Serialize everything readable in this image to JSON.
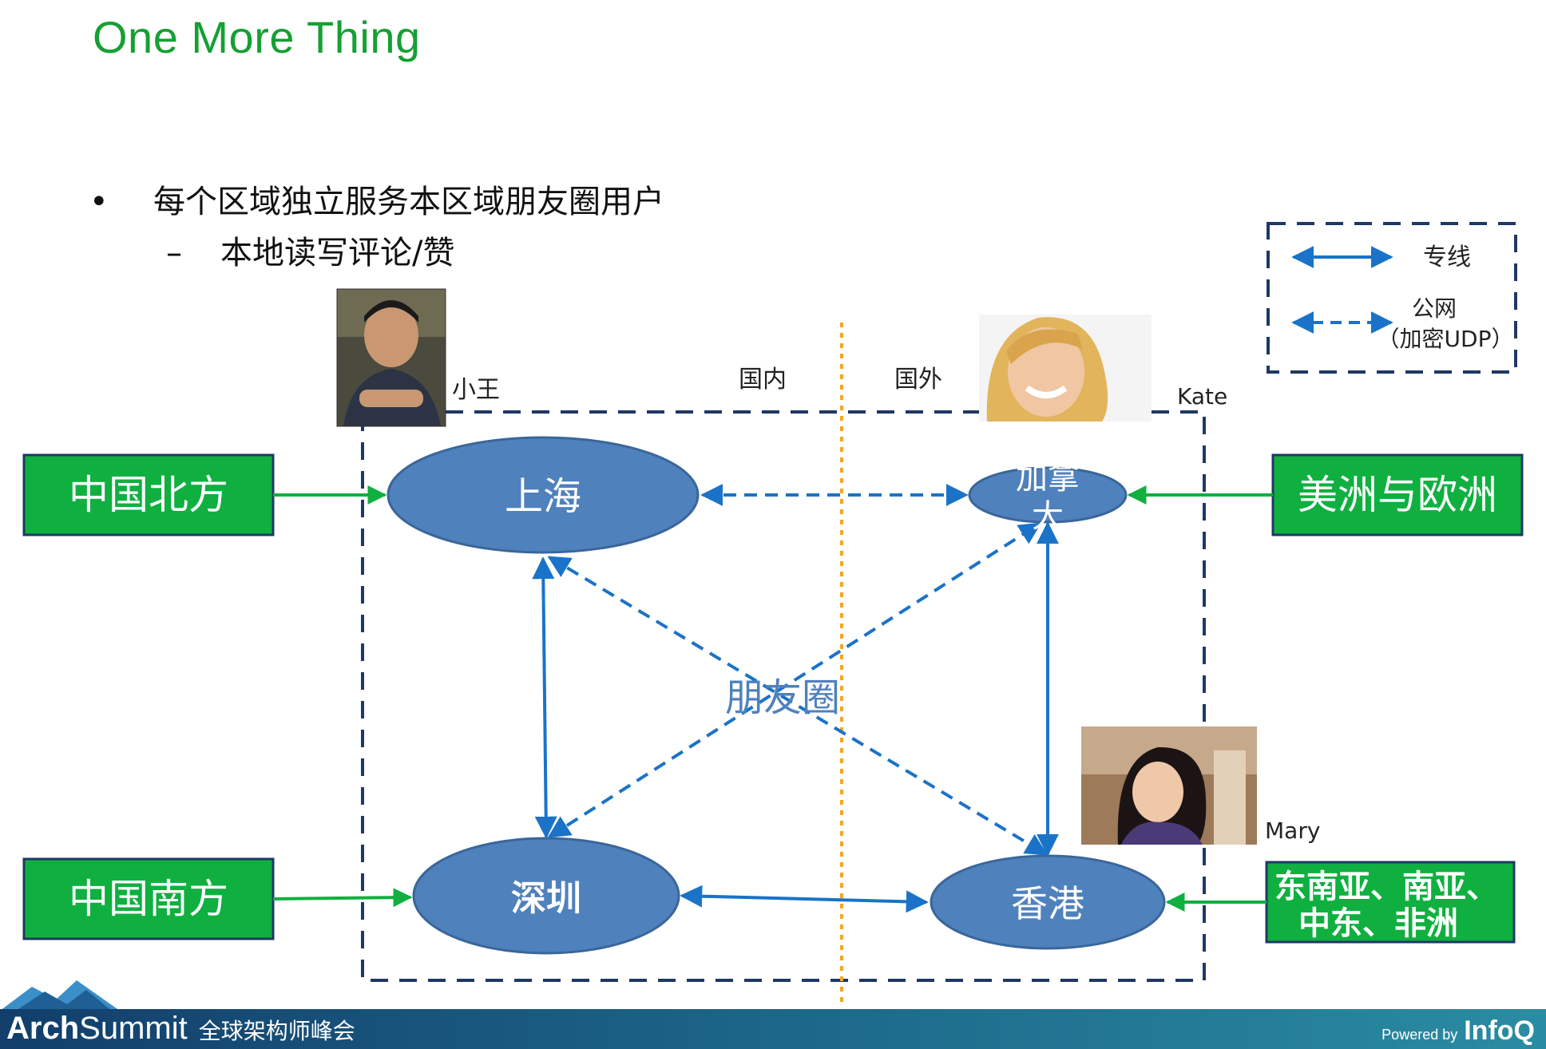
{
  "slide": {
    "title": "One More Thing",
    "bullet1_mark": "•",
    "bullet1": "每个区域独立服务本区域朋友圈用户",
    "bullet2_mark": "–",
    "bullet2": "本地读写评论/赞"
  },
  "legend": {
    "dedicated_label": "专线",
    "public_label_line1": "公网",
    "public_label_line2": "（加密UDP）"
  },
  "regions": {
    "domestic": "国内",
    "overseas": "国外"
  },
  "people": {
    "xiaowang": "小王",
    "kate": "Kate",
    "mary": "Mary"
  },
  "nodes": {
    "shanghai": "上海",
    "canada_line1": "加拿",
    "canada_line2": "大",
    "shenzhen": "深圳",
    "hongkong": "香港",
    "center": "朋友圈"
  },
  "areas": {
    "north_china": "中国北方",
    "south_china": "中国南方",
    "americas_europe": "美洲与欧洲",
    "sea_line1": "东南亚、南亚、",
    "sea_line2": "中东、非洲"
  },
  "footer": {
    "brand_bold": "Arch",
    "brand_rest": "Summit",
    "brand_cn": "全球架构师峰会",
    "powered_by": "Powered by",
    "infoq": "InfoQ"
  },
  "colors": {
    "title_green": "#15a033",
    "node_blue": "#4f81bd",
    "line_blue": "#1a73c8",
    "area_green": "#0fb040",
    "border_navy": "#1f3864",
    "divider_orange": "#f5a623"
  }
}
